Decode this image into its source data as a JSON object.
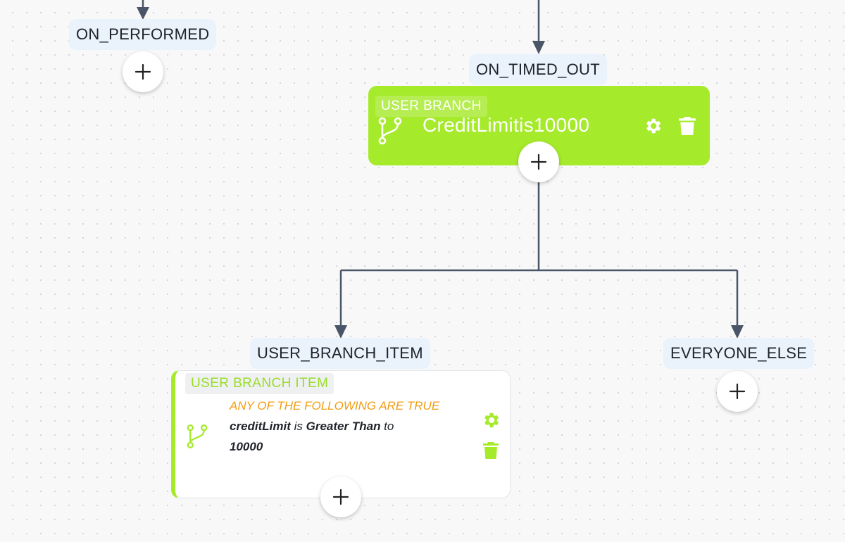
{
  "edges": {
    "on_performed": "ON_PERFORMED",
    "on_timed_out": "ON_TIMED_OUT",
    "user_branch_item": "USER_BRANCH_ITEM",
    "everyone_else": "EVERYONE_ELSE"
  },
  "user_branch": {
    "badge": "USER BRANCH",
    "title": "CreditLimitis10000",
    "icons": [
      "branch-icon",
      "gear-icon",
      "trash-icon"
    ],
    "color": "#a6ea2c"
  },
  "branch_item": {
    "badge": "USER BRANCH ITEM",
    "condition_header": "ANY OF THE FOLLOWING ARE TRUE",
    "field": "creditLimit",
    "word_is": " is ",
    "operator": "Greater Than",
    "word_to": " to",
    "value": "10000",
    "icons": [
      "branch-icon",
      "gear-icon",
      "trash-icon"
    ],
    "header_color": "#f39c12"
  },
  "add_button": {
    "icon": "plus-icon"
  },
  "colors": {
    "connector": "#4a5568",
    "label_bg": "#eaf2fb",
    "accent": "#a6ea2c"
  }
}
